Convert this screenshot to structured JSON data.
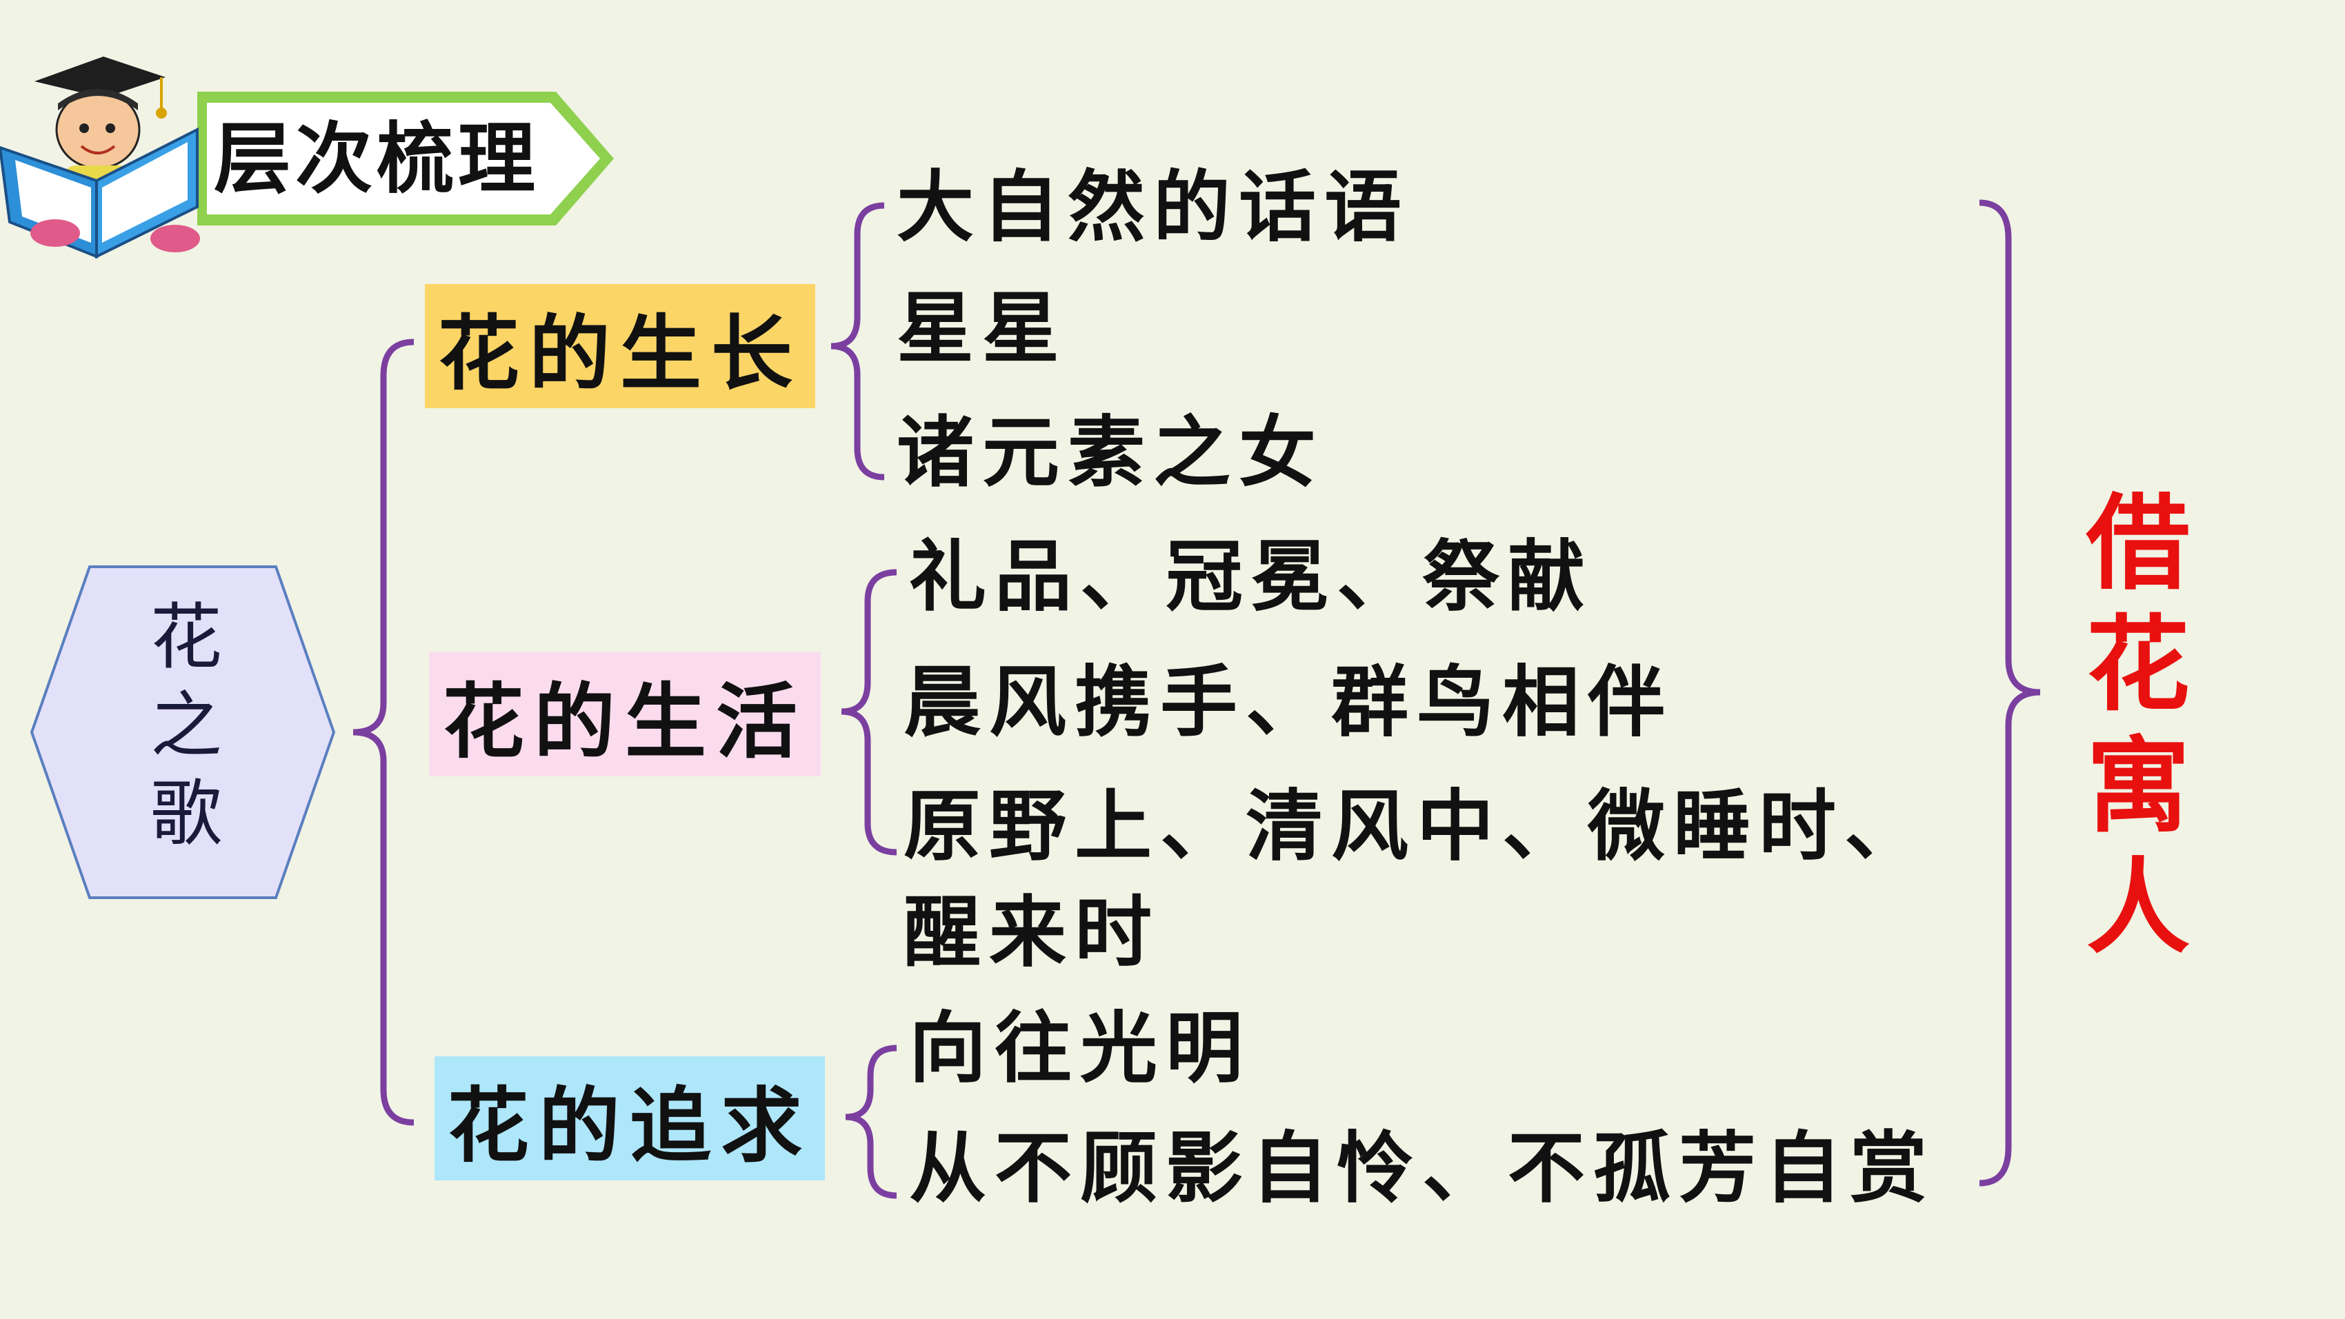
{
  "header": {
    "title": "层次梳理"
  },
  "center": {
    "chars": [
      "花",
      "之",
      "歌"
    ]
  },
  "branches": [
    {
      "label": "花的生长",
      "color": "#fcd567",
      "items": [
        "大自然的话语",
        "星星",
        "诸元素之女"
      ]
    },
    {
      "label": "花的生活",
      "color": "#fadcee",
      "items": [
        "礼品、冠冕、祭献",
        "晨风携手、群鸟相伴",
        "原野上、清风中、微睡时、",
        "醒来时"
      ]
    },
    {
      "label": "花的追求",
      "color": "#aee6fa",
      "items": [
        "向往光明",
        "从不顾影自怜、不孤芳自赏"
      ]
    }
  ],
  "summary": {
    "chars": [
      "借",
      "花",
      "寓",
      "人"
    ],
    "color": "#e8110f"
  },
  "colors": {
    "background": "#f1f3e5",
    "bracket": "#7b3fa0",
    "hexagon": "#e3e0f9",
    "hexagon_border": "#5a7fc0",
    "ribbon_border": "#8fd14f"
  }
}
